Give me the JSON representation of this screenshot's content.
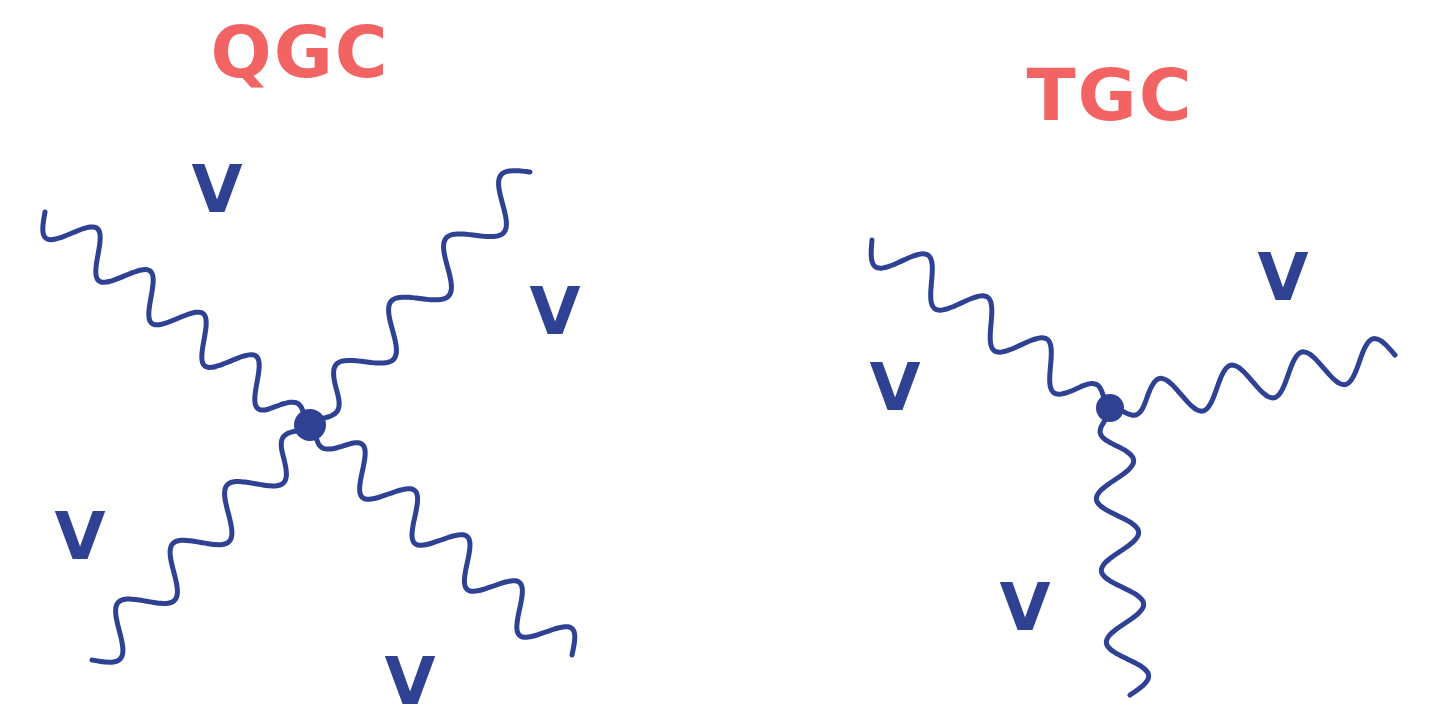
{
  "diagram": {
    "labels": [
      "QGC",
      "TGC",
      "V",
      "V",
      "V",
      "V",
      "V",
      "V",
      "V"
    ]
  }
}
